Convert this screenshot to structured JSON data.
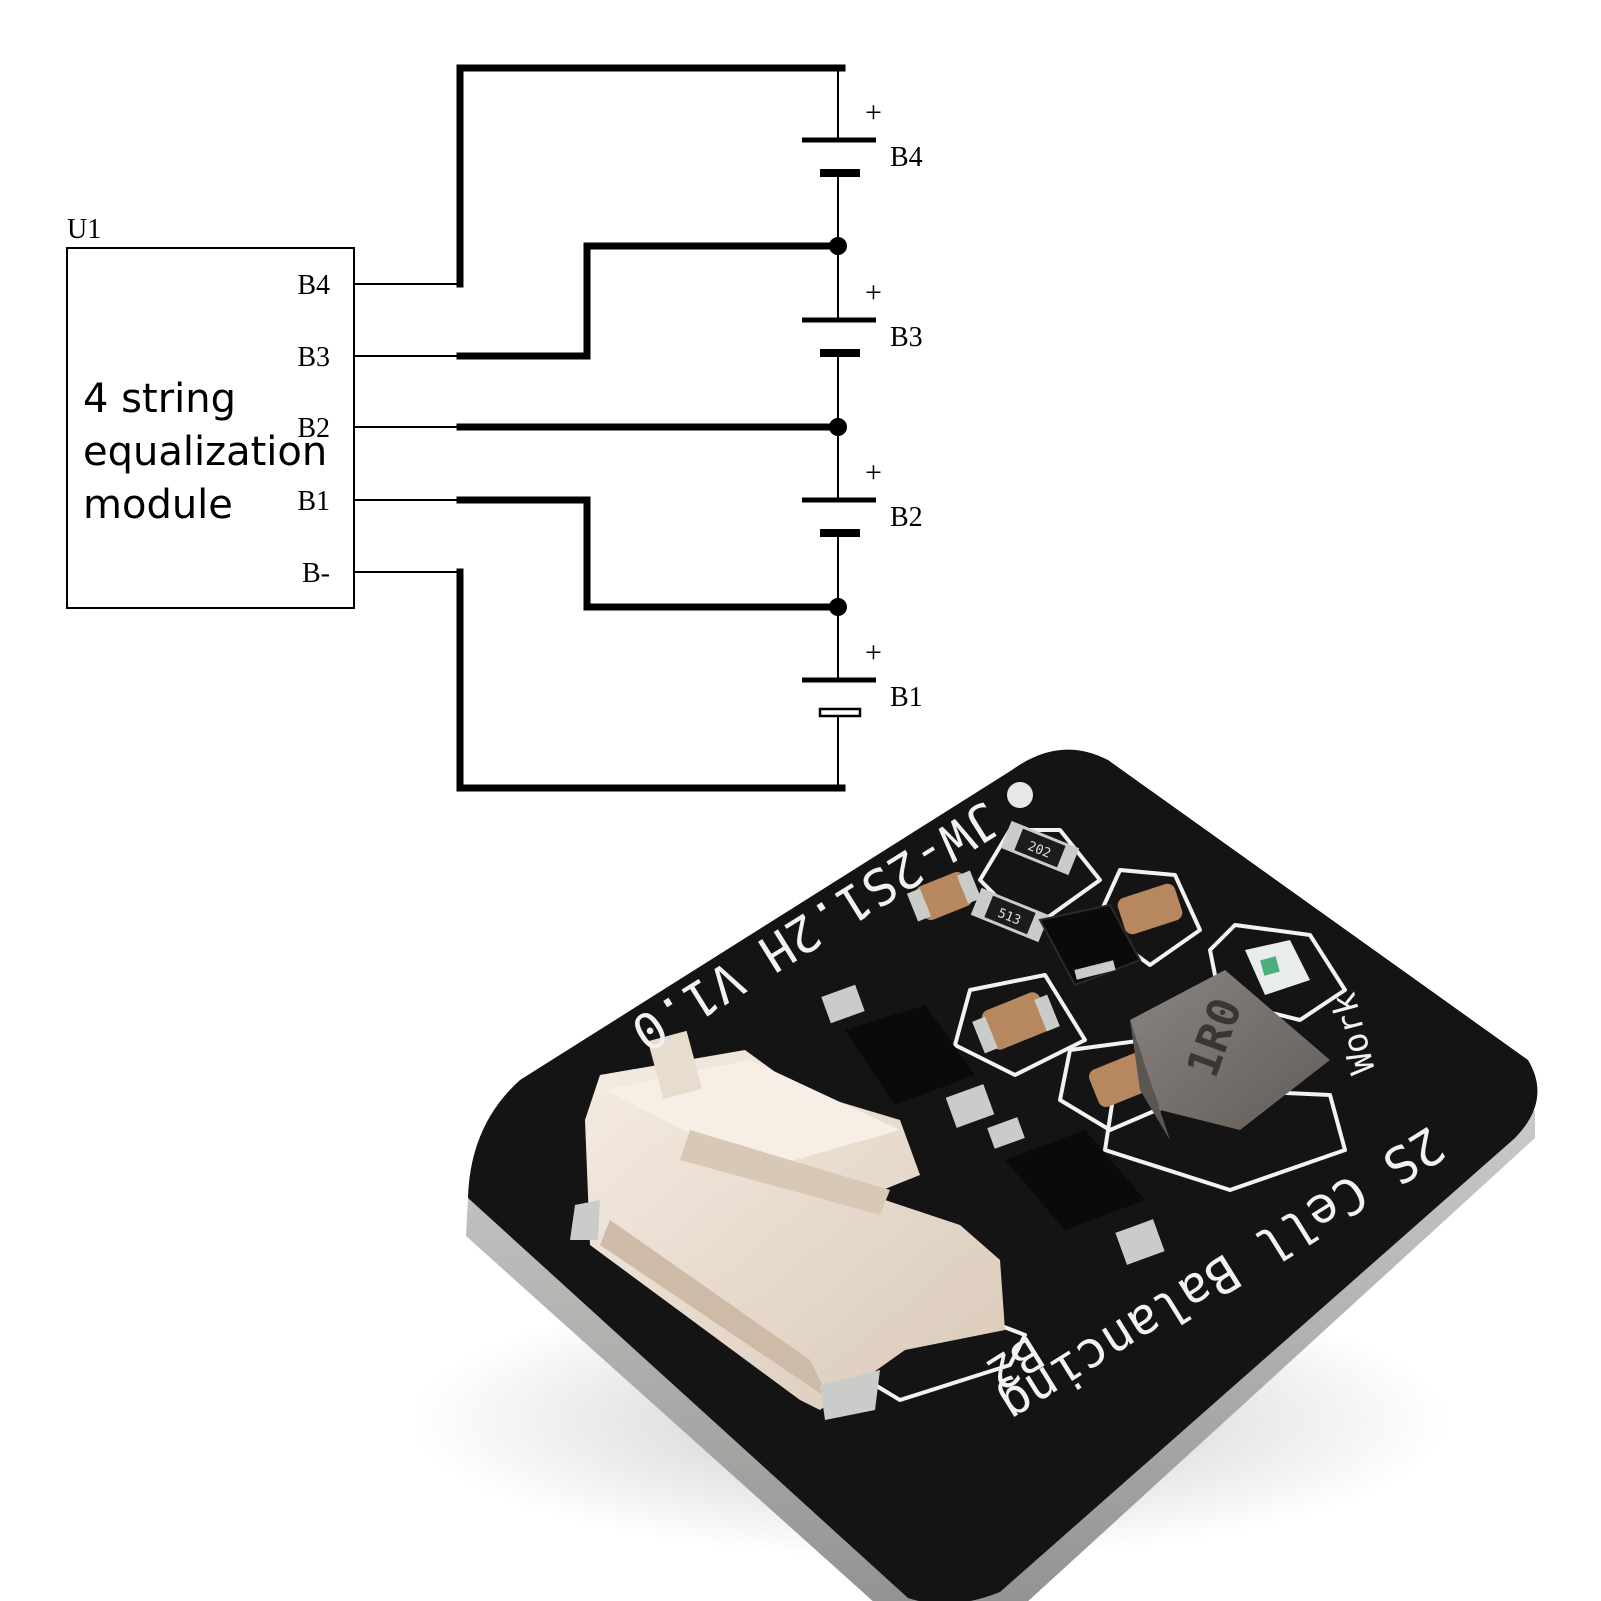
{
  "schematic": {
    "module_ref": "U1",
    "module_title_lines": [
      "4 string",
      "equalization",
      "module"
    ],
    "pins": [
      "B4",
      "B3",
      "B2",
      "B1",
      "B-"
    ],
    "cells": [
      {
        "label": "B4",
        "polarity": "+"
      },
      {
        "label": "B3",
        "polarity": "+"
      },
      {
        "label": "B2",
        "polarity": "+"
      },
      {
        "label": "B1",
        "polarity": "+"
      }
    ]
  },
  "board": {
    "model_text": "JW-2S1.2H V1.0",
    "product_text": "2S Cell Balancing",
    "led_label": "Work",
    "inductor_marking": "1R0",
    "connector_label": "B2",
    "resistor_codes": [
      "202",
      "513"
    ],
    "colors": {
      "pcb": "#141414",
      "silkscreen": "#f2f2f2",
      "connector": "#efe3d6",
      "inductor": "#7d7773",
      "capacitor": "#b7875f",
      "pad": "#c9ccc9"
    }
  }
}
